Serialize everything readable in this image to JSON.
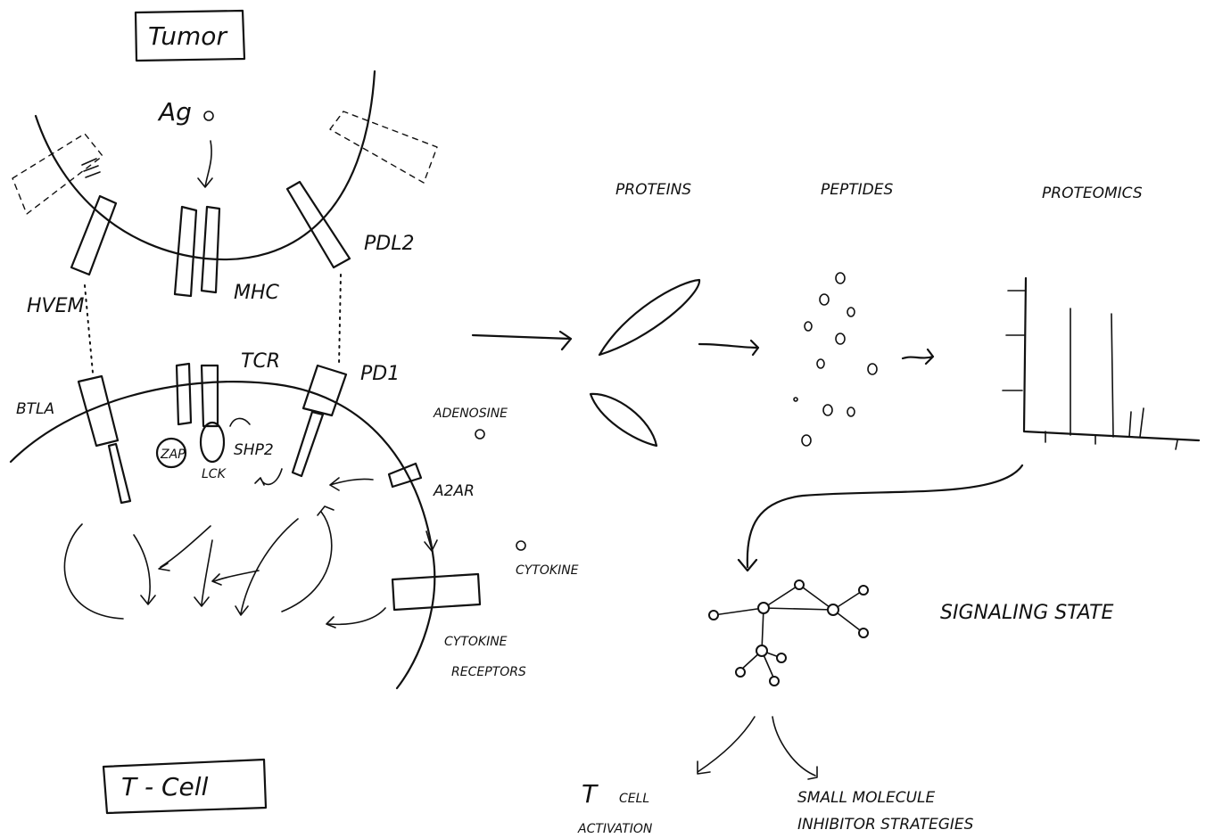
{
  "labels": {
    "tumor": "Tumor",
    "tcell": "T - Cell",
    "ag": "Ag",
    "hvem": "HVEM",
    "mhc": "MHC",
    "pdl2": "PDL2",
    "btla": "BTLA",
    "tcr": "TCR",
    "pd1": "PD1",
    "zap": "ZAP",
    "lck": "LCK",
    "shp2": "SHP2",
    "adenosine": "ADENOSINE",
    "a2ar": "A2AR",
    "cytokine": "CYTOKINE",
    "cytokine_receptors_1": "CYTOKINE",
    "cytokine_receptors_2": "RECEPTORS",
    "proteins": "PROTEINS",
    "peptides": "PEPTIDES",
    "proteomics": "PROTEOMICS",
    "signaling_state": "SIGNALING STATE",
    "tcell_activation_1": "T",
    "tcell_activation_1b": "CELL",
    "tcell_activation_2": "ACTIVATION",
    "small_molecule_1": "SMALL MOLECULE",
    "small_molecule_2": "INHIBITOR STRATEGIES"
  }
}
